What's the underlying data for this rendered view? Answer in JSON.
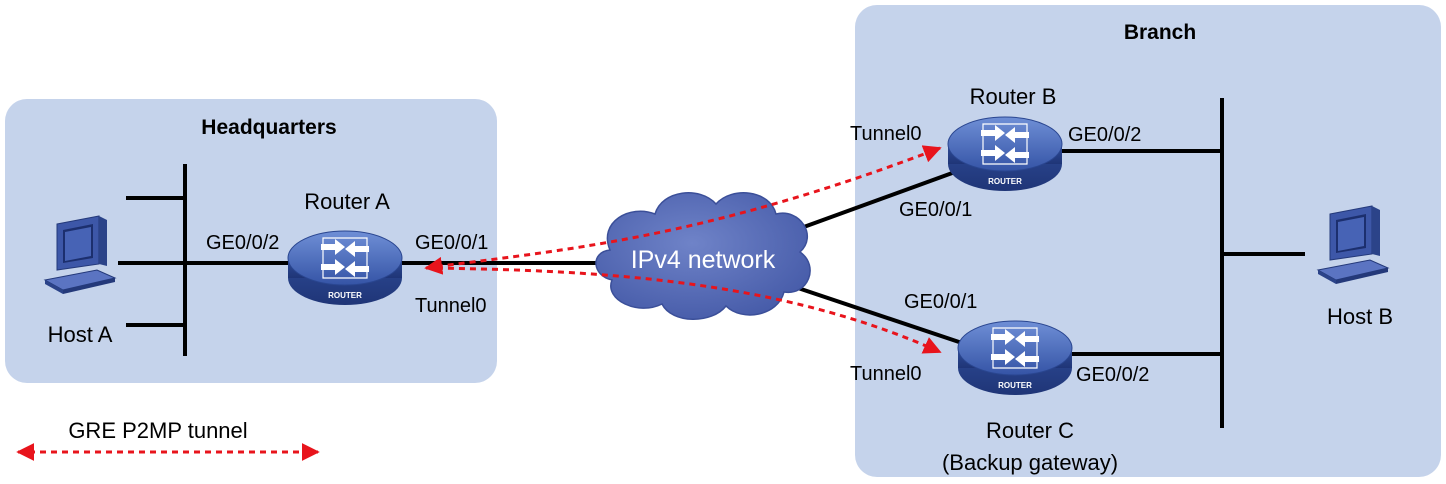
{
  "zones": {
    "headquarters": "Headquarters",
    "branch": "Branch"
  },
  "devices": {
    "router_a": {
      "name": "Router A",
      "badge": "ROUTER"
    },
    "router_b": {
      "name": "Router B",
      "badge": "ROUTER"
    },
    "router_c": {
      "name": "Router C",
      "note": "(Backup gateway)",
      "badge": "ROUTER"
    },
    "host_a": "Host A",
    "host_b": "Host B",
    "cloud": "IPv4 network"
  },
  "interfaces": {
    "ra_ge002": "GE0/0/2",
    "ra_ge001": "GE0/0/1",
    "ra_tunnel": "Tunnel0",
    "rb_tunnel": "Tunnel0",
    "rb_ge002": "GE0/0/2",
    "rb_ge001": "GE0/0/1",
    "rc_ge001": "GE0/0/1",
    "rc_tunnel": "Tunnel0",
    "rc_ge002": "GE0/0/2"
  },
  "legend": {
    "tunnel": "GRE P2MP tunnel"
  },
  "colors": {
    "zone_fill": "#c5d3eb",
    "router_blue": "#3d5fb0",
    "cloud_blue": "#5166b3",
    "tunnel_red": "#e8141c",
    "link_black": "#000000"
  }
}
